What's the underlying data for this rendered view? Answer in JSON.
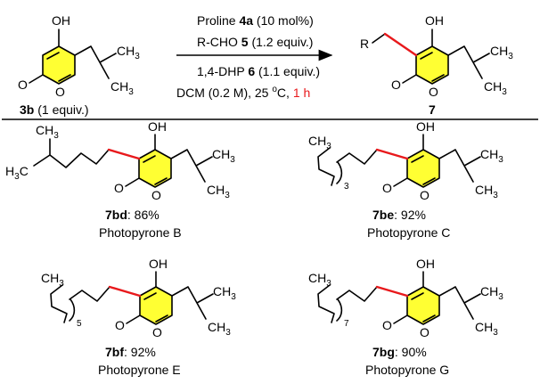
{
  "colors": {
    "ring_fill": "#ffff33",
    "new_bond": "#e8191c",
    "time_highlight": "#e8191c",
    "ink": "#000000"
  },
  "reaction": {
    "reactant": {
      "oh": "OH",
      "o_carbonyl": "O",
      "o_ring": "O",
      "ch3": "CH",
      "ch3_sub": "3",
      "ch3b": "CH",
      "ch3b_sub": "3",
      "label_bold": "3b",
      "label_rest": " (1 equiv.)"
    },
    "conditions": {
      "line1_pre": "Proline ",
      "line1_bold": "4a",
      "line1_post": " (10 mol%)",
      "line2_pre": "R-CHO ",
      "line2_bold": "5",
      "line2_post": " (1.2 equiv.)",
      "line3_pre": "1,4-DHP ",
      "line3_bold": "6",
      "line3_post": " (1.1 equiv.)",
      "line4_pre": "DCM (0.2 M), 25 ",
      "line4_deg": "o",
      "line4_post": "C, ",
      "line4_time": "1 h"
    },
    "product": {
      "r": "R",
      "oh": "OH",
      "o_carbonyl": "O",
      "o_ring": "O",
      "ch3": "CH",
      "ch3_sub": "3",
      "ch3b": "CH",
      "ch3b_sub": "3",
      "label": "7"
    }
  },
  "examples": [
    {
      "code": "7bd",
      "yield": ": 86%",
      "name": "Photopyrone B",
      "oh": "OH",
      "o": "O",
      "o2": "O",
      "ch3": "CH",
      "ch3_sub": "3",
      "ch3b": "CH",
      "ch3b_sub": "3",
      "chain_ch3": "CH",
      "chain_ch3_sub": "3",
      "h3c": "H",
      "h3c_sub": "3",
      "h3c_c": "C",
      "repeat": ""
    },
    {
      "code": "7be",
      "yield": ": 92%",
      "name": "Photopyrone C",
      "oh": "OH",
      "o": "O",
      "o2": "O",
      "ch3": "CH",
      "ch3_sub": "3",
      "ch3b": "CH",
      "ch3b_sub": "3",
      "chain_ch3": "CH",
      "chain_ch3_sub": "3",
      "repeat": "3"
    },
    {
      "code": "7bf",
      "yield": ": 92%",
      "name": "Photopyrone E",
      "oh": "OH",
      "o": "O",
      "o2": "O",
      "ch3": "CH",
      "ch3_sub": "3",
      "ch3b": "CH",
      "ch3b_sub": "3",
      "chain_ch3": "CH",
      "chain_ch3_sub": "3",
      "repeat": "5"
    },
    {
      "code": "7bg",
      "yield": ": 90%",
      "name": "Photopyrone G",
      "oh": "OH",
      "o": "O",
      "o2": "O",
      "ch3": "CH",
      "ch3_sub": "3",
      "ch3b": "CH",
      "ch3b_sub": "3",
      "chain_ch3": "CH",
      "chain_ch3_sub": "3",
      "repeat": "7"
    }
  ]
}
